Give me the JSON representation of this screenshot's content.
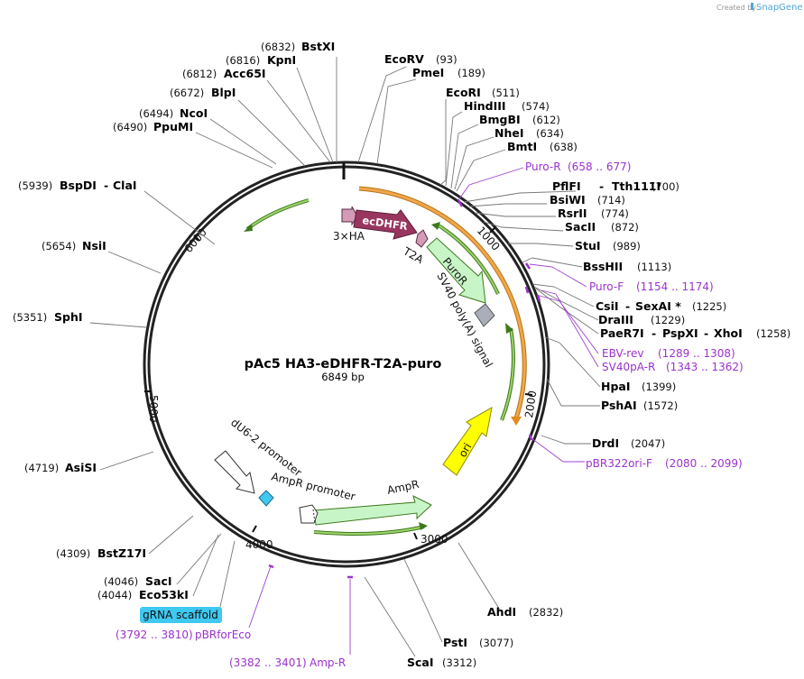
{
  "credit": {
    "prefix": "Created by",
    "brand": "SnapGene"
  },
  "plasmid": {
    "name": "pAc5 HA3-eDHFR-T2A-puro",
    "size": "6849 bp"
  },
  "ticks": [
    "1000",
    "2000",
    "3000",
    "4000",
    "5000",
    "6000"
  ],
  "features": {
    "hax3": "3×HA",
    "edhfr": "ecDHFR",
    "t2a": "T2A",
    "puror": "PuroR",
    "sv40": "SV40 poly(A) signal",
    "ori": "ori",
    "ampr": "AmpR",
    "ampr_promoter": "AmpR promoter",
    "du6": "dU6-2 promoter",
    "grna": "gRNA scaffold"
  },
  "sites": {
    "bstxi": {
      "pos": "(6832)",
      "name": "BstXI"
    },
    "kpni": {
      "pos": "(6816)",
      "name": "KpnI"
    },
    "acc65i": {
      "pos": "(6812)",
      "name": "Acc65I"
    },
    "blpi": {
      "pos": "(6672)",
      "name": "BlpI"
    },
    "ncoi": {
      "pos": "(6494)",
      "name": "NcoI"
    },
    "ppumi": {
      "pos": "(6490)",
      "name": "PpuMI"
    },
    "bspdi": {
      "pos": "(5939)",
      "name": "BspDI",
      "alt": "ClaI"
    },
    "nsii": {
      "pos": "(5654)",
      "name": "NsiI"
    },
    "sphi": {
      "pos": "(5351)",
      "name": "SphI"
    },
    "asisi": {
      "pos": "(4719)",
      "name": "AsiSI"
    },
    "bstz17i": {
      "pos": "(4309)",
      "name": "BstZ17I"
    },
    "saci": {
      "pos": "(4046)",
      "name": "SacI"
    },
    "eco53ki": {
      "pos": "(4044)",
      "name": "Eco53kI"
    },
    "ecorv": {
      "name": "EcoRV",
      "pos": "(93)"
    },
    "pmei": {
      "name": "PmeI",
      "pos": "(189)"
    },
    "ecori": {
      "name": "EcoRI",
      "pos": "(511)"
    },
    "hindiii": {
      "name": "HindIII",
      "pos": "(574)"
    },
    "bmgbi": {
      "name": "BmgBI",
      "pos": "(612)"
    },
    "nhei": {
      "name": "NheI",
      "pos": "(634)"
    },
    "bmti": {
      "name": "BmtI",
      "pos": "(638)"
    },
    "pflfi": {
      "name": "PflFI",
      "alt": "Tth111I",
      "pos": "(700)"
    },
    "bsiwi": {
      "name": "BsiWI",
      "pos": "(714)"
    },
    "rsrii": {
      "name": "RsrII",
      "pos": "(774)"
    },
    "sacii": {
      "name": "SacII",
      "pos": "(872)"
    },
    "stui": {
      "name": "StuI",
      "pos": "(989)"
    },
    "bsshii": {
      "name": "BssHII",
      "pos": "(1113)"
    },
    "csii": {
      "name": "CsiI",
      "alt": "SexAI *",
      "pos": "(1225)"
    },
    "draiii": {
      "name": "DraIII",
      "pos": "(1229)"
    },
    "paer7i": {
      "name": "PaeR7I",
      "alt": "PspXI",
      "alt2": "XhoI",
      "pos": "(1258)"
    },
    "hpai": {
      "name": "HpaI",
      "pos": "(1399)"
    },
    "pshai": {
      "name": "PshAI",
      "pos": "(1572)"
    },
    "drdi": {
      "name": "DrdI",
      "pos": "(2047)"
    },
    "ahdi": {
      "name": "AhdI",
      "pos": "(2832)"
    },
    "psti": {
      "name": "PstI",
      "pos": "(3077)"
    },
    "scai": {
      "name": "ScaI",
      "pos": "(3312)"
    }
  },
  "primers": {
    "puror": {
      "name": "Puro-R",
      "range": "(658 .. 677)"
    },
    "purof": {
      "name": "Puro-F",
      "range": "(1154 .. 1174)"
    },
    "ebvrev": {
      "name": "EBV-rev",
      "range": "(1289 .. 1308)"
    },
    "sv40par": {
      "name": "SV40pA-R",
      "range": "(1343 .. 1362)"
    },
    "pbr322orif": {
      "name": "pBR322ori-F",
      "range": "(2080 .. 2099)"
    },
    "ampr": {
      "range": "(3382 .. 3401)",
      "name": "Amp-R"
    },
    "pbrforeco": {
      "range": "(3792 .. 3810)",
      "name": "pBRforEco"
    }
  },
  "colors": {
    "backbone": "#222222",
    "edhfr": "#98365f",
    "hax3": "#d39bb5",
    "t2a": "#d39bb5",
    "puror": "#c8f5c8",
    "sv40": "#a9aeb8",
    "ori": "#ffff00",
    "ampr": "#c8f5c8",
    "grna": "#3fc8f0",
    "orf_green": "#5aa02c",
    "orf_orange": "#e38b1c",
    "primer": "#9a33cc"
  }
}
